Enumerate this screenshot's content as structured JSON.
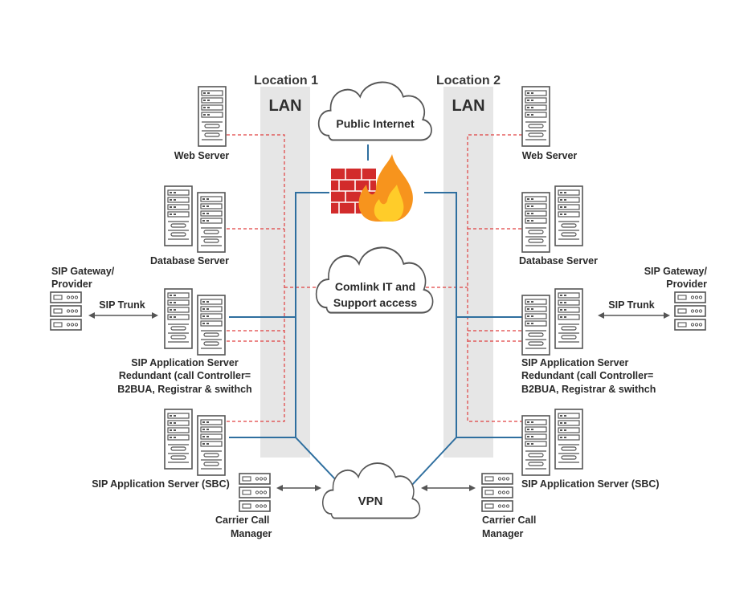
{
  "locations": {
    "left": {
      "title": "Location 1",
      "lan": "LAN"
    },
    "right": {
      "title": "Location 2",
      "lan": "LAN"
    }
  },
  "clouds": {
    "internet": "Public Internet",
    "comlink_1": "Comlink IT and",
    "comlink_2": "Support access",
    "vpn": "VPN"
  },
  "left": {
    "web_server": "Web Server",
    "database_server": "Database Server",
    "sip_gateway_1": "SIP Gateway/",
    "sip_gateway_2": "Provider",
    "sip_trunk": "SIP Trunk",
    "sip_app_1": "SIP Application Server",
    "sip_app_2": "Redundant (call Controller=",
    "sip_app_3": "B2BUA, Registrar & swithch",
    "sbc": "SIP Application Server (SBC)",
    "carrier_1": "Carrier Call",
    "carrier_2": "Manager"
  },
  "right": {
    "web_server": "Web Server",
    "database_server": "Database Server",
    "sip_gateway_1": "SIP Gateway/",
    "sip_gateway_2": "Provider",
    "sip_trunk": "SIP Trunk",
    "sip_app_1": "SIP Application Server",
    "sip_app_2": "Redundant (call Controller=",
    "sip_app_3": "B2BUA, Registrar & swithch",
    "sbc": "SIP Application Server (SBC)",
    "carrier_1": "Carrier Call",
    "carrier_2": "Manager"
  },
  "colors": {
    "lan_band": "#e6e6e6",
    "lan_link": "#2f6f9f",
    "mgmt_link": "#e04040",
    "arrow": "#555555",
    "firewall_brick": "#d22b2b",
    "flame": "#f7941d"
  }
}
